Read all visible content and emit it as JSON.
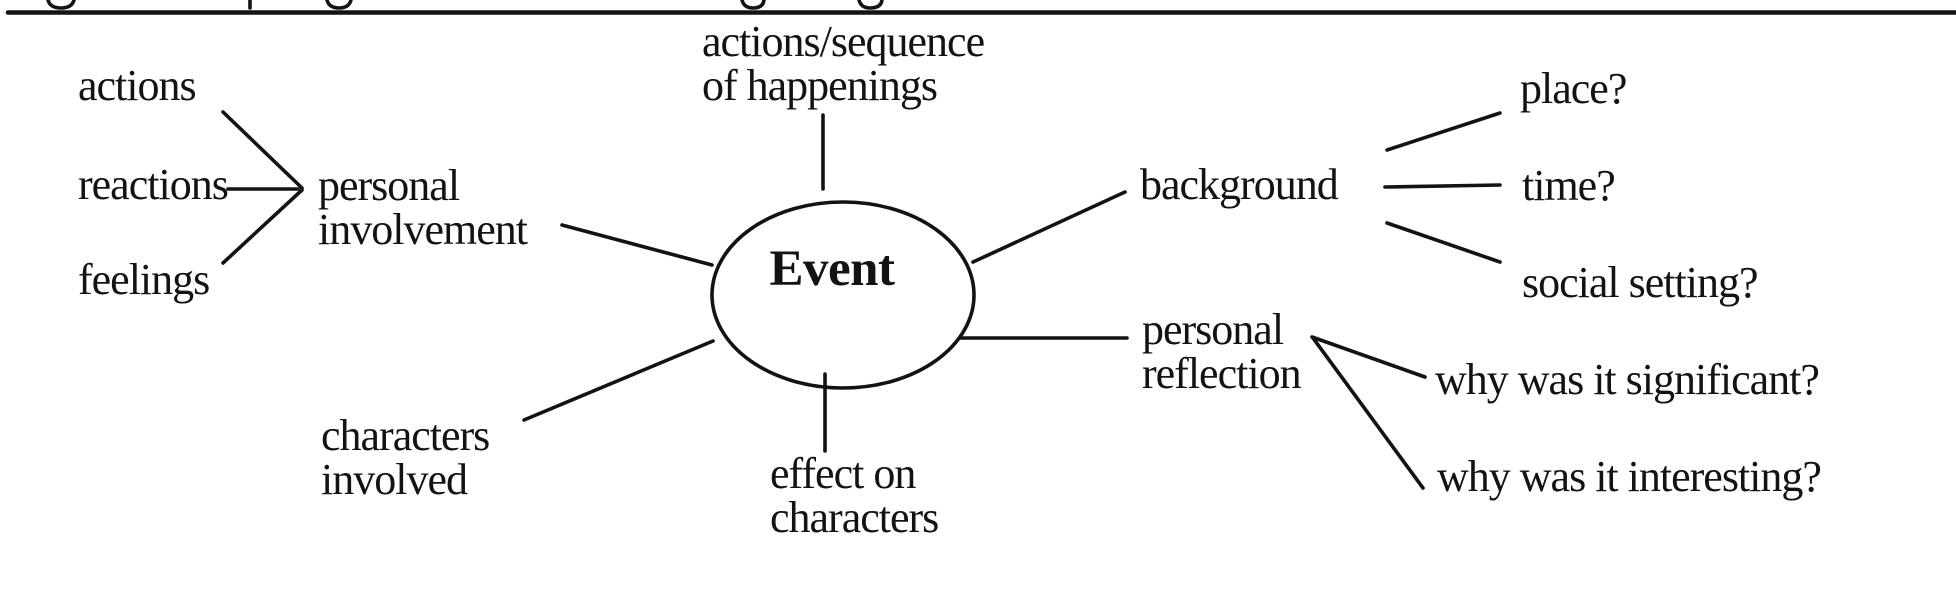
{
  "meta": {
    "background_color": "#ffffff",
    "ink_color": "#131313",
    "description": "hand-drawn style spider map of the word Event, below a horizontal rule with a clipped-off text line above it"
  },
  "diagram": {
    "center": {
      "label": "Event"
    },
    "branches": [
      {
        "id": "actions-sequence",
        "label": "actions/sequence\nof happenings",
        "children": []
      },
      {
        "id": "personal-involvement",
        "label": "personal\ninvolvement",
        "children": [
          "actions",
          "reactions",
          "feelings"
        ]
      },
      {
        "id": "characters-involved",
        "label": "characters\ninvolved",
        "children": []
      },
      {
        "id": "effect-on-characters",
        "label": "effect on\ncharacters",
        "children": []
      },
      {
        "id": "background",
        "label": "background",
        "children": [
          "place?",
          "time?",
          "social setting?"
        ]
      },
      {
        "id": "personal-reflection",
        "label": "personal\nreflection",
        "children": [
          "why was it significant?",
          "why was it interesting?"
        ]
      }
    ]
  }
}
